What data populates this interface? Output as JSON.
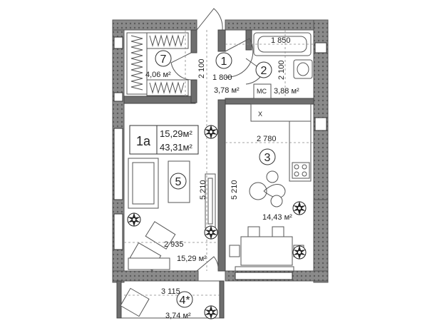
{
  "apartment": {
    "type_label": "1а",
    "living_area": "15,29м²",
    "total_area": "43,31м²"
  },
  "rooms": [
    {
      "num": "1",
      "area": "3,78 м²"
    },
    {
      "num": "2",
      "area": "3,88 м²"
    },
    {
      "num": "3",
      "area": "14,43 м²"
    },
    {
      "num": "4*",
      "area": "3,74 м²"
    },
    {
      "num": "5",
      "area": "15,29 м²"
    },
    {
      "num": "7",
      "area": "4,06 м²"
    }
  ],
  "dimensions": {
    "d_1850": "1 850",
    "d_2100_a": "2 100",
    "d_2100_b": "2 100",
    "d_1800": "1 800",
    "d_2780": "2 780",
    "d_5210_a": "5 210",
    "d_5210_b": "5 210",
    "d_2935": "2 935",
    "d_3115": "3 115"
  },
  "labels": {
    "mc": "МС",
    "x": "Х"
  },
  "colors": {
    "wall": "#6e6e6e",
    "outline": "#444444",
    "plant": "#222222"
  }
}
